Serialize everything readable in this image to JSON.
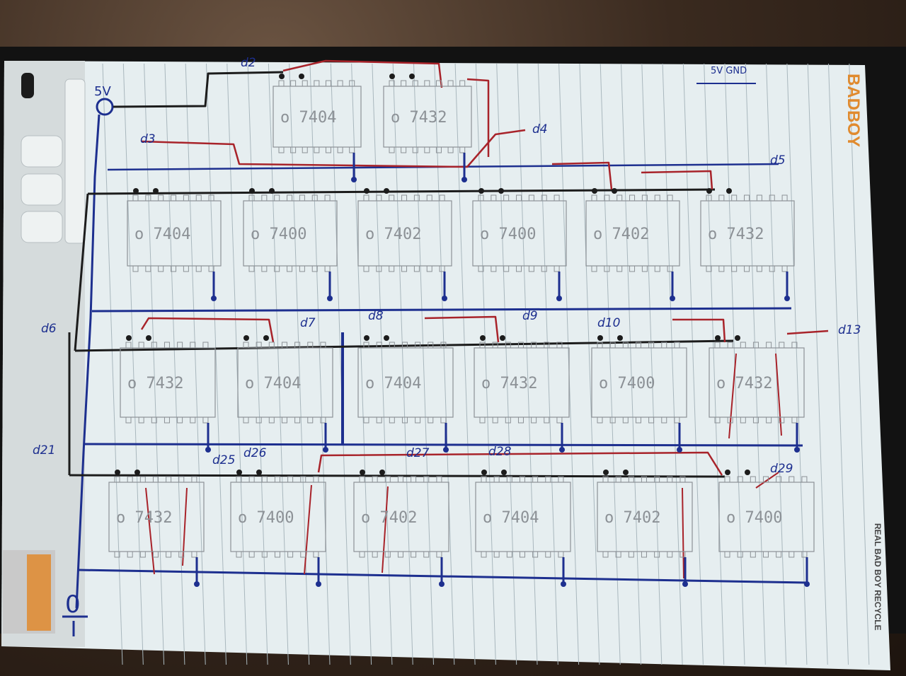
{
  "image": {
    "description_free": true,
    "colors": {
      "background": "#3a2a1f",
      "paper": "#e6eef0",
      "rule_line": "#a9b7bd",
      "margin_band": "#d5dbdc",
      "wire_black": "#1c1c1c",
      "wire_red": "#a8232a",
      "wire_blue": "#1d2f8f",
      "pencil": "#8c9196",
      "brand_orange": "#e08a2e"
    }
  },
  "brand": {
    "logo_text": "BADBOY",
    "footer_text": "REAL BAD BOY RECYCLE"
  },
  "power": {
    "vcc_label": "5V",
    "gnd_label": "0",
    "top_right_label": "5V GND"
  },
  "chips": {
    "row0": [
      "7404",
      "7432"
    ],
    "row1": [
      "7404",
      "7400",
      "7402",
      "7400",
      "7402",
      "7432"
    ],
    "row2": [
      "7432",
      "7404",
      "7404",
      "7432",
      "7400",
      "7432"
    ],
    "row3": [
      "7432",
      "7400",
      "7402",
      "7404",
      "7402",
      "7400"
    ]
  },
  "signals": {
    "d2": "d2",
    "d3": "d3",
    "d4": "d4",
    "d5": "d5",
    "d6": "d6",
    "d7": "d7",
    "d8": "d8",
    "d9": "d9",
    "d10": "d10",
    "d13": "d13",
    "d21": "d21",
    "d25": "d25",
    "d26": "d26",
    "d27": "d27",
    "d28": "d28",
    "d29": "d29"
  }
}
